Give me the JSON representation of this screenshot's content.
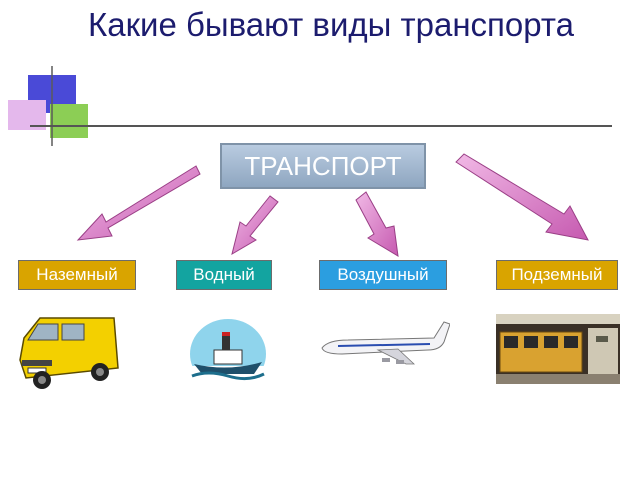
{
  "slide": {
    "title": "Какие бывают виды транспорта"
  },
  "diagram": {
    "root": "ТРАНСПОРТ",
    "categories": [
      {
        "label": "Наземный",
        "color": "#d9a400",
        "image": "van-icon"
      },
      {
        "label": "Водный",
        "color": "#13a4a0",
        "image": "ship-icon"
      },
      {
        "label": "Воздушный",
        "color": "#2b9ee0",
        "image": "airplane-icon"
      },
      {
        "label": "Подземный",
        "color": "#d9a400",
        "image": "subway-train-icon"
      }
    ],
    "arrow_color": "#d874c0"
  }
}
